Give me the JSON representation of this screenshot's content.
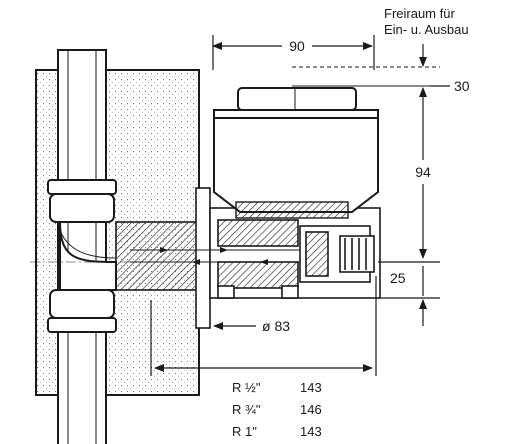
{
  "labels": {
    "clearance_line1": "Freiraum für",
    "clearance_line2": "Ein- u. Ausbau",
    "dim_width": "90",
    "dim_clearance": "30",
    "dim_height": "94",
    "dim_bottom": "25",
    "dim_diameter": "ø 83"
  },
  "thread_table": [
    {
      "size": "R ½\"",
      "value": "143"
    },
    {
      "size": "R ¾\"",
      "value": "146"
    },
    {
      "size": "R 1\"",
      "value": "143"
    }
  ],
  "colors": {
    "line": "#1a1a1a",
    "wall_fill": "#f2f2f2"
  }
}
